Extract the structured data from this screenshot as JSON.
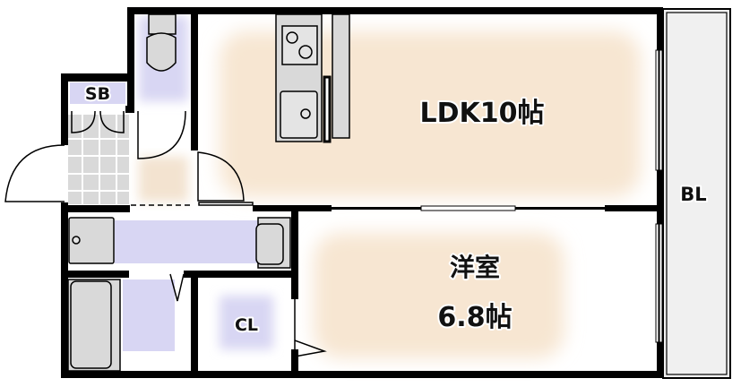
{
  "plan": {
    "rooms": {
      "ldk": {
        "label": "LDK10帖"
      },
      "western_room": {
        "label_line1": "洋室",
        "label_line2": "6.8帖"
      },
      "balcony": {
        "label": "BL"
      },
      "shoe_box": {
        "label": "SB"
      },
      "closet": {
        "label": "CL"
      }
    },
    "colors": {
      "room_fill": "#f7e6d2",
      "wet_area_fill": "#d8d6f3",
      "fixture_fill": "#d9d9d9",
      "wall": "#000000"
    }
  }
}
